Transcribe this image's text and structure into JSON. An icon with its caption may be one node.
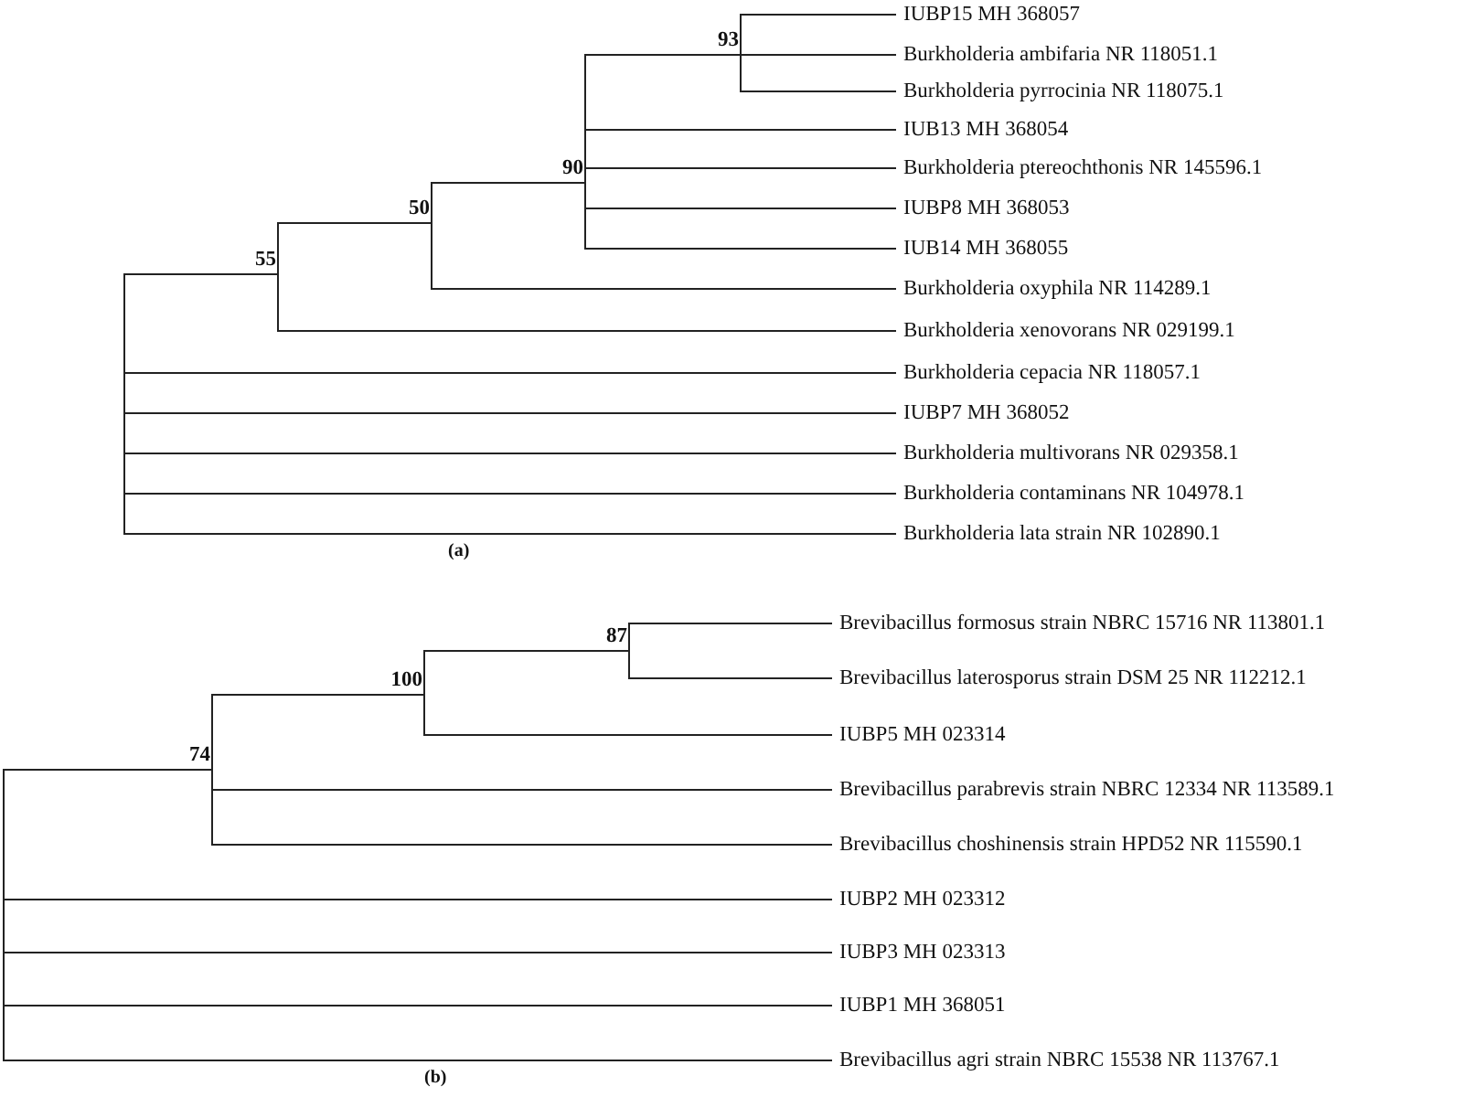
{
  "diagram": {
    "nodes": [
      {
        "text": [
          "55"
        ]
      },
      {
        "text": [
          "50"
        ]
      },
      {
        "text": [
          "90"
        ]
      },
      {
        "text": [
          "93"
        ]
      },
      {
        "text": [
          "IUBP15 MH 368057"
        ]
      },
      {
        "text": [
          "Burkholderia ambifaria NR 118051.1"
        ]
      },
      {
        "text": [
          "Burkholderia pyrrocinia NR 118075.1"
        ]
      },
      {
        "text": [
          "IUB13 MH 368054"
        ]
      },
      {
        "text": [
          "Burkholderia ptereochthonis NR 145596.1"
        ]
      },
      {
        "text": [
          "IUBP8 MH 368053"
        ]
      },
      {
        "text": [
          "IUB14 MH 368055"
        ]
      },
      {
        "text": [
          "Burkholderia oxyphila NR 114289.1"
        ]
      },
      {
        "text": [
          "Burkholderia xenovorans NR 029199.1"
        ]
      },
      {
        "text": [
          "Burkholderia cepacia NR 118057.1"
        ]
      },
      {
        "text": [
          "IUBP7 MH 368052"
        ]
      },
      {
        "text": [
          "Burkholderia multivorans NR 029358.1"
        ]
      },
      {
        "text": [
          "Burkholderia contaminans NR 104978.1"
        ]
      },
      {
        "text": [
          "Burkholderia lata strain NR 102890.1"
        ]
      },
      {
        "text": [
          "74"
        ]
      },
      {
        "text": [
          "100"
        ]
      },
      {
        "text": [
          "87"
        ]
      },
      {
        "text": [
          "Brevibacillus formosus strain NBRC 15716 NR 113801.1"
        ]
      },
      {
        "text": [
          "Brevibacillus laterosporus strain DSM 25 NR 112212.1"
        ]
      },
      {
        "text": [
          "IUBP5 MH 023314"
        ]
      },
      {
        "text": [
          "Brevibacillus parabrevis strain NBRC 12334 NR 113589.1"
        ]
      },
      {
        "text": [
          "Brevibacillus choshinensis strain HPD52 NR 115590.1"
        ]
      },
      {
        "text": [
          "IUBP2 MH 023312"
        ]
      },
      {
        "text": [
          "IUBP3 MH 023313"
        ]
      },
      {
        "text": [
          "IUBP1 MH 368051"
        ]
      },
      {
        "text": [
          "Brevibacillus agri strain NBRC 15538 NR 113767.1"
        ]
      }
    ],
    "edges": [
      {
        "from": null,
        "to": 0,
        "arrow": "none"
      },
      {
        "from": null,
        "to": 13,
        "arrow": "none"
      },
      {
        "from": null,
        "to": 14,
        "arrow": "none"
      },
      {
        "from": null,
        "to": 15,
        "arrow": "none"
      },
      {
        "from": null,
        "to": 16,
        "arrow": "none"
      },
      {
        "from": null,
        "to": 17,
        "arrow": "none"
      },
      {
        "from": 0,
        "to": 1,
        "arrow": "none"
      },
      {
        "from": 0,
        "to": 12,
        "arrow": "none"
      },
      {
        "from": 1,
        "to": 2,
        "arrow": "none"
      },
      {
        "from": 1,
        "to": 11,
        "arrow": "none"
      },
      {
        "from": 2,
        "to": 3,
        "arrow": "none"
      },
      {
        "from": 2,
        "to": 7,
        "arrow": "none"
      },
      {
        "from": 2,
        "to": 8,
        "arrow": "none"
      },
      {
        "from": 2,
        "to": 9,
        "arrow": "none"
      },
      {
        "from": 2,
        "to": 10,
        "arrow": "none"
      },
      {
        "from": 3,
        "to": 4,
        "arrow": "none"
      },
      {
        "from": 3,
        "to": 5,
        "arrow": "none"
      },
      {
        "from": 3,
        "to": 6,
        "arrow": "none"
      },
      {
        "from": null,
        "to": 18,
        "arrow": "none"
      },
      {
        "from": null,
        "to": 26,
        "arrow": "none"
      },
      {
        "from": null,
        "to": 27,
        "arrow": "none"
      },
      {
        "from": null,
        "to": 28,
        "arrow": "none"
      },
      {
        "from": null,
        "to": 29,
        "arrow": "none"
      },
      {
        "from": 18,
        "to": 19,
        "arrow": "none"
      },
      {
        "from": 18,
        "to": 24,
        "arrow": "none"
      },
      {
        "from": 18,
        "to": 25,
        "arrow": "none"
      },
      {
        "from": 19,
        "to": 20,
        "arrow": "none"
      },
      {
        "from": 19,
        "to": 23,
        "arrow": "none"
      },
      {
        "from": 20,
        "to": 21,
        "arrow": "none"
      },
      {
        "from": 20,
        "to": 22,
        "arrow": "none"
      }
    ],
    "labels": [
      "(a)",
      "(b)"
    ]
  }
}
